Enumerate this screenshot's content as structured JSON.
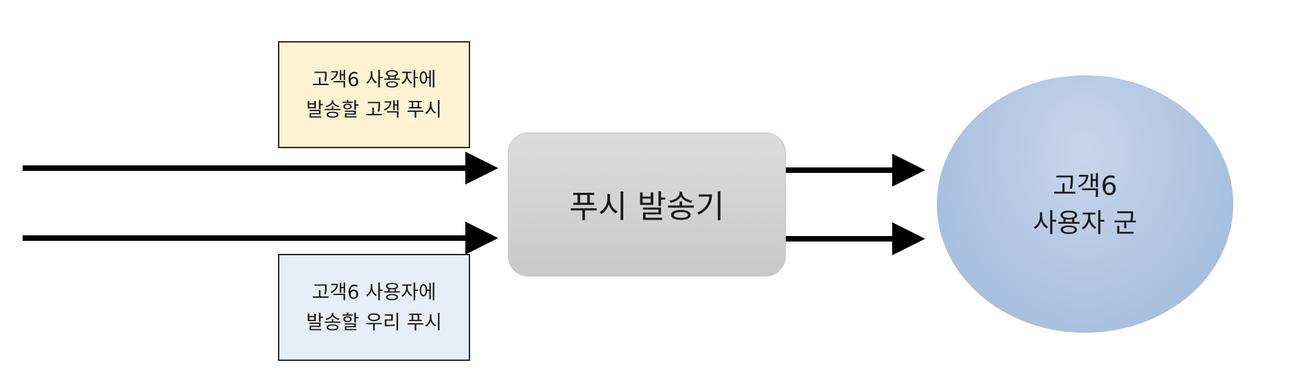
{
  "diagram": {
    "note_top": {
      "line1": "고객6 사용자에",
      "line2": "발송할 고객 푸시",
      "fill": "#fdf3d3"
    },
    "note_bottom": {
      "line1": "고객6 사용자에",
      "line2": "발송할 우리 푸시",
      "fill": "#e6eef8"
    },
    "sender": {
      "label": "푸시 발송기",
      "fill": "#d3d3d3"
    },
    "target_group": {
      "line1": "고객6",
      "line2": "사용자 군",
      "fill": "#b3c8e5"
    },
    "edges": [
      {
        "from": "left-input-top",
        "to": "sender"
      },
      {
        "from": "left-input-bottom",
        "to": "sender"
      },
      {
        "from": "sender",
        "to": "target_group"
      },
      {
        "from": "sender",
        "to": "target_group"
      }
    ],
    "arrow_color": "#000000"
  }
}
